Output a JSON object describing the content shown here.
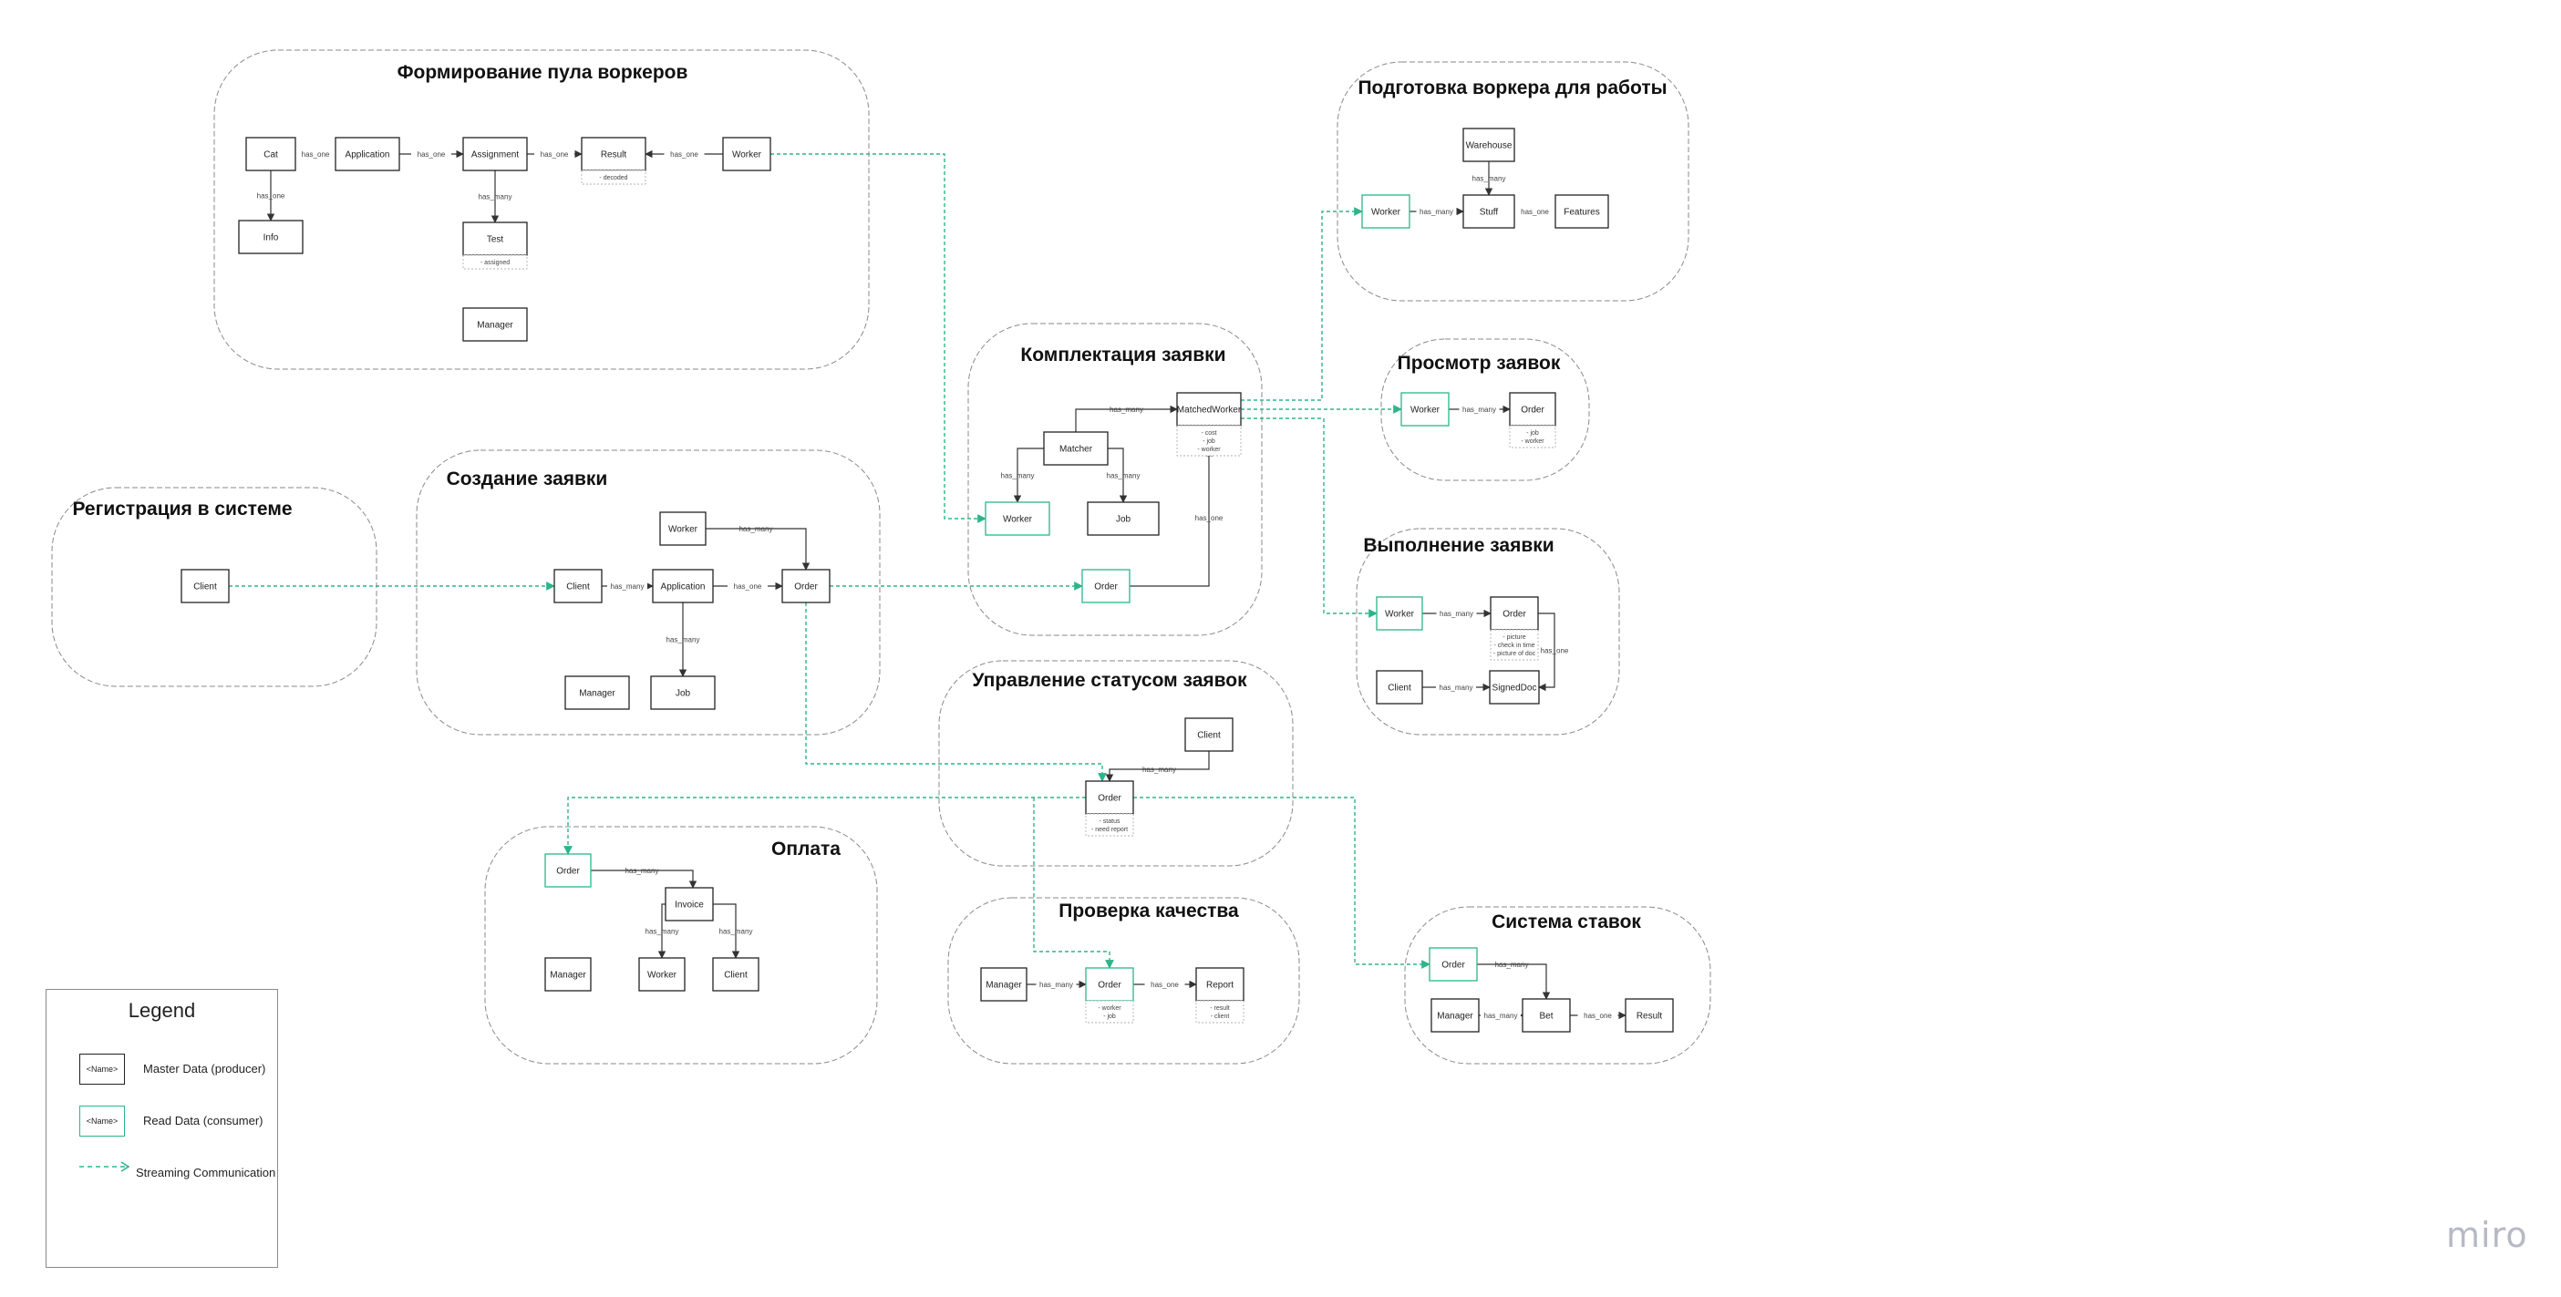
{
  "colors": {
    "stream": "#2bb58a",
    "master_border": "#222222",
    "read_border": "#2bb58a",
    "line": "#333333",
    "group_border": "#8a8a8a"
  },
  "groups": [
    {
      "id": "g_pool",
      "title": "Формирование пула воркеров"
    },
    {
      "id": "g_prep",
      "title": "Подготовка воркера для работы"
    },
    {
      "id": "g_complect",
      "title": "Комплектация заявки"
    },
    {
      "id": "g_view",
      "title": "Просмотр заявок"
    },
    {
      "id": "g_reg",
      "title": "Регистрация в системе"
    },
    {
      "id": "g_create",
      "title": "Создание заявки"
    },
    {
      "id": "g_exec",
      "title": "Выполнение заявки"
    },
    {
      "id": "g_status",
      "title": "Управление статусом заявок"
    },
    {
      "id": "g_pay",
      "title": "Оплата"
    },
    {
      "id": "g_qa",
      "title": "Проверка качества"
    },
    {
      "id": "g_bets",
      "title": "Система ставок"
    }
  ],
  "nodes": [
    {
      "id": "cat",
      "label": "Cat",
      "kind": "master"
    },
    {
      "id": "application1",
      "label": "Application",
      "kind": "master"
    },
    {
      "id": "assignment",
      "label": "Assignment",
      "kind": "master"
    },
    {
      "id": "result1",
      "label": "Result",
      "kind": "master",
      "attrs": [
        "- decoded"
      ]
    },
    {
      "id": "worker1",
      "label": "Worker",
      "kind": "master"
    },
    {
      "id": "info",
      "label": "Info",
      "kind": "master"
    },
    {
      "id": "test",
      "label": "Test",
      "kind": "master",
      "attrs": [
        "- assigned"
      ]
    },
    {
      "id": "manager1",
      "label": "Manager",
      "kind": "master"
    },
    {
      "id": "warehouse",
      "label": "Warehouse",
      "kind": "master"
    },
    {
      "id": "worker_prep",
      "label": "Worker",
      "kind": "read"
    },
    {
      "id": "stuff",
      "label": "Stuff",
      "kind": "master"
    },
    {
      "id": "features",
      "label": "Features",
      "kind": "master"
    },
    {
      "id": "matchedworker",
      "label": "MatchedWorker",
      "kind": "master",
      "attrs": [
        "- cost",
        "- job",
        "- worker"
      ]
    },
    {
      "id": "matcher",
      "label": "Matcher",
      "kind": "master"
    },
    {
      "id": "worker_comp",
      "label": "Worker",
      "kind": "read"
    },
    {
      "id": "job_comp",
      "label": "Job",
      "kind": "master"
    },
    {
      "id": "order_comp",
      "label": "Order",
      "kind": "read"
    },
    {
      "id": "worker_view",
      "label": "Worker",
      "kind": "read"
    },
    {
      "id": "order_view",
      "label": "Order",
      "kind": "master",
      "attrs": [
        "- job",
        "- worker"
      ]
    },
    {
      "id": "client_reg",
      "label": "Client",
      "kind": "master"
    },
    {
      "id": "worker_create",
      "label": "Worker",
      "kind": "master"
    },
    {
      "id": "client_create",
      "label": "Client",
      "kind": "master"
    },
    {
      "id": "application2",
      "label": "Application",
      "kind": "master"
    },
    {
      "id": "order_create",
      "label": "Order",
      "kind": "master"
    },
    {
      "id": "manager2",
      "label": "Manager",
      "kind": "master"
    },
    {
      "id": "job_create",
      "label": "Job",
      "kind": "master"
    },
    {
      "id": "worker_exec",
      "label": "Worker",
      "kind": "read"
    },
    {
      "id": "order_exec",
      "label": "Order",
      "kind": "master",
      "attrs": [
        "- picture",
        "- check in time",
        "- picture of doc"
      ]
    },
    {
      "id": "client_exec",
      "label": "Client",
      "kind": "master"
    },
    {
      "id": "signeddoc",
      "label": "SignedDoc",
      "kind": "master"
    },
    {
      "id": "client_status",
      "label": "Client",
      "kind": "master"
    },
    {
      "id": "order_status",
      "label": "Order",
      "kind": "master",
      "attrs": [
        "- status",
        "- need report"
      ]
    },
    {
      "id": "order_pay",
      "label": "Order",
      "kind": "read"
    },
    {
      "id": "invoice",
      "label": "Invoice",
      "kind": "master"
    },
    {
      "id": "manager_pay",
      "label": "Manager",
      "kind": "master"
    },
    {
      "id": "worker_pay",
      "label": "Worker",
      "kind": "master"
    },
    {
      "id": "client_pay",
      "label": "Client",
      "kind": "master"
    },
    {
      "id": "manager_qa",
      "label": "Manager",
      "kind": "master"
    },
    {
      "id": "order_qa",
      "label": "Order",
      "kind": "read",
      "attrs": [
        "- worker",
        "- job"
      ]
    },
    {
      "id": "report",
      "label": "Report",
      "kind": "master",
      "attrs": [
        "- result",
        "- client"
      ]
    },
    {
      "id": "order_bets",
      "label": "Order",
      "kind": "read"
    },
    {
      "id": "manager_bets",
      "label": "Manager",
      "kind": "master"
    },
    {
      "id": "bet",
      "label": "Bet",
      "kind": "master"
    },
    {
      "id": "result_bets",
      "label": "Result",
      "kind": "master"
    }
  ],
  "edges": [
    {
      "from": "cat",
      "to": "application1",
      "label": "has_one"
    },
    {
      "from": "application1",
      "to": "assignment",
      "label": "has_one"
    },
    {
      "from": "assignment",
      "to": "result1",
      "label": "has_one"
    },
    {
      "from": "worker1",
      "to": "result1",
      "label": "has_one"
    },
    {
      "from": "cat",
      "to": "info",
      "label": "has_one"
    },
    {
      "from": "assignment",
      "to": "test",
      "label": "has_many"
    },
    {
      "from": "warehouse",
      "to": "stuff",
      "label": "has_many"
    },
    {
      "from": "worker_prep",
      "to": "stuff",
      "label": "has_many"
    },
    {
      "from": "stuff",
      "to": "features",
      "label": "has_one"
    },
    {
      "from": "matcher",
      "to": "matchedworker",
      "label": "has_many"
    },
    {
      "from": "matcher",
      "to": "worker_comp",
      "label": "has_many"
    },
    {
      "from": "matcher",
      "to": "job_comp",
      "label": "has_many"
    },
    {
      "from": "order_comp",
      "to": "matchedworker",
      "label": "has_one"
    },
    {
      "from": "worker_view",
      "to": "order_view",
      "label": "has_many"
    },
    {
      "from": "worker_create",
      "to": "order_create",
      "label": "has_many"
    },
    {
      "from": "client_create",
      "to": "application2",
      "label": "has_many"
    },
    {
      "from": "application2",
      "to": "order_create",
      "label": "has_one"
    },
    {
      "from": "application2",
      "to": "job_create",
      "label": "has_many"
    },
    {
      "from": "worker_exec",
      "to": "order_exec",
      "label": "has_many"
    },
    {
      "from": "client_exec",
      "to": "signeddoc",
      "label": "has_many"
    },
    {
      "from": "order_exec",
      "to": "signeddoc",
      "label": "has_one"
    },
    {
      "from": "client_status",
      "to": "order_status",
      "label": "has_many"
    },
    {
      "from": "order_pay",
      "to": "invoice",
      "label": "has_many"
    },
    {
      "from": "invoice",
      "to": "worker_pay",
      "label": "has_many"
    },
    {
      "from": "invoice",
      "to": "client_pay",
      "label": "has_many"
    },
    {
      "from": "manager_qa",
      "to": "order_qa",
      "label": "has_many"
    },
    {
      "from": "order_qa",
      "to": "report",
      "label": "has_one"
    },
    {
      "from": "order_bets",
      "to": "bet",
      "label": "has_many"
    },
    {
      "from": "manager_bets",
      "to": "bet",
      "label": "has_many"
    },
    {
      "from": "bet",
      "to": "result_bets",
      "label": "has_one"
    }
  ],
  "streams": [
    {
      "from": "worker1",
      "to": "worker_comp"
    },
    {
      "from": "matchedworker",
      "to": "worker_prep"
    },
    {
      "from": "matchedworker",
      "to": "worker_view"
    },
    {
      "from": "matchedworker",
      "to": "worker_exec"
    },
    {
      "from": "client_reg",
      "to": "client_create"
    },
    {
      "from": "order_create",
      "to": "order_comp"
    },
    {
      "from": "order_create",
      "to": "order_status"
    },
    {
      "from": "order_status",
      "to": "order_pay"
    },
    {
      "from": "order_status",
      "to": "order_qa"
    },
    {
      "from": "order_status",
      "to": "order_bets"
    }
  ],
  "legend": {
    "title": "Legend",
    "sample_label": "<Name>",
    "master_text": "Master Data (producer)",
    "read_text": "Read Data (consumer)",
    "stream_text": "Streaming Communication"
  },
  "logo": "miro"
}
